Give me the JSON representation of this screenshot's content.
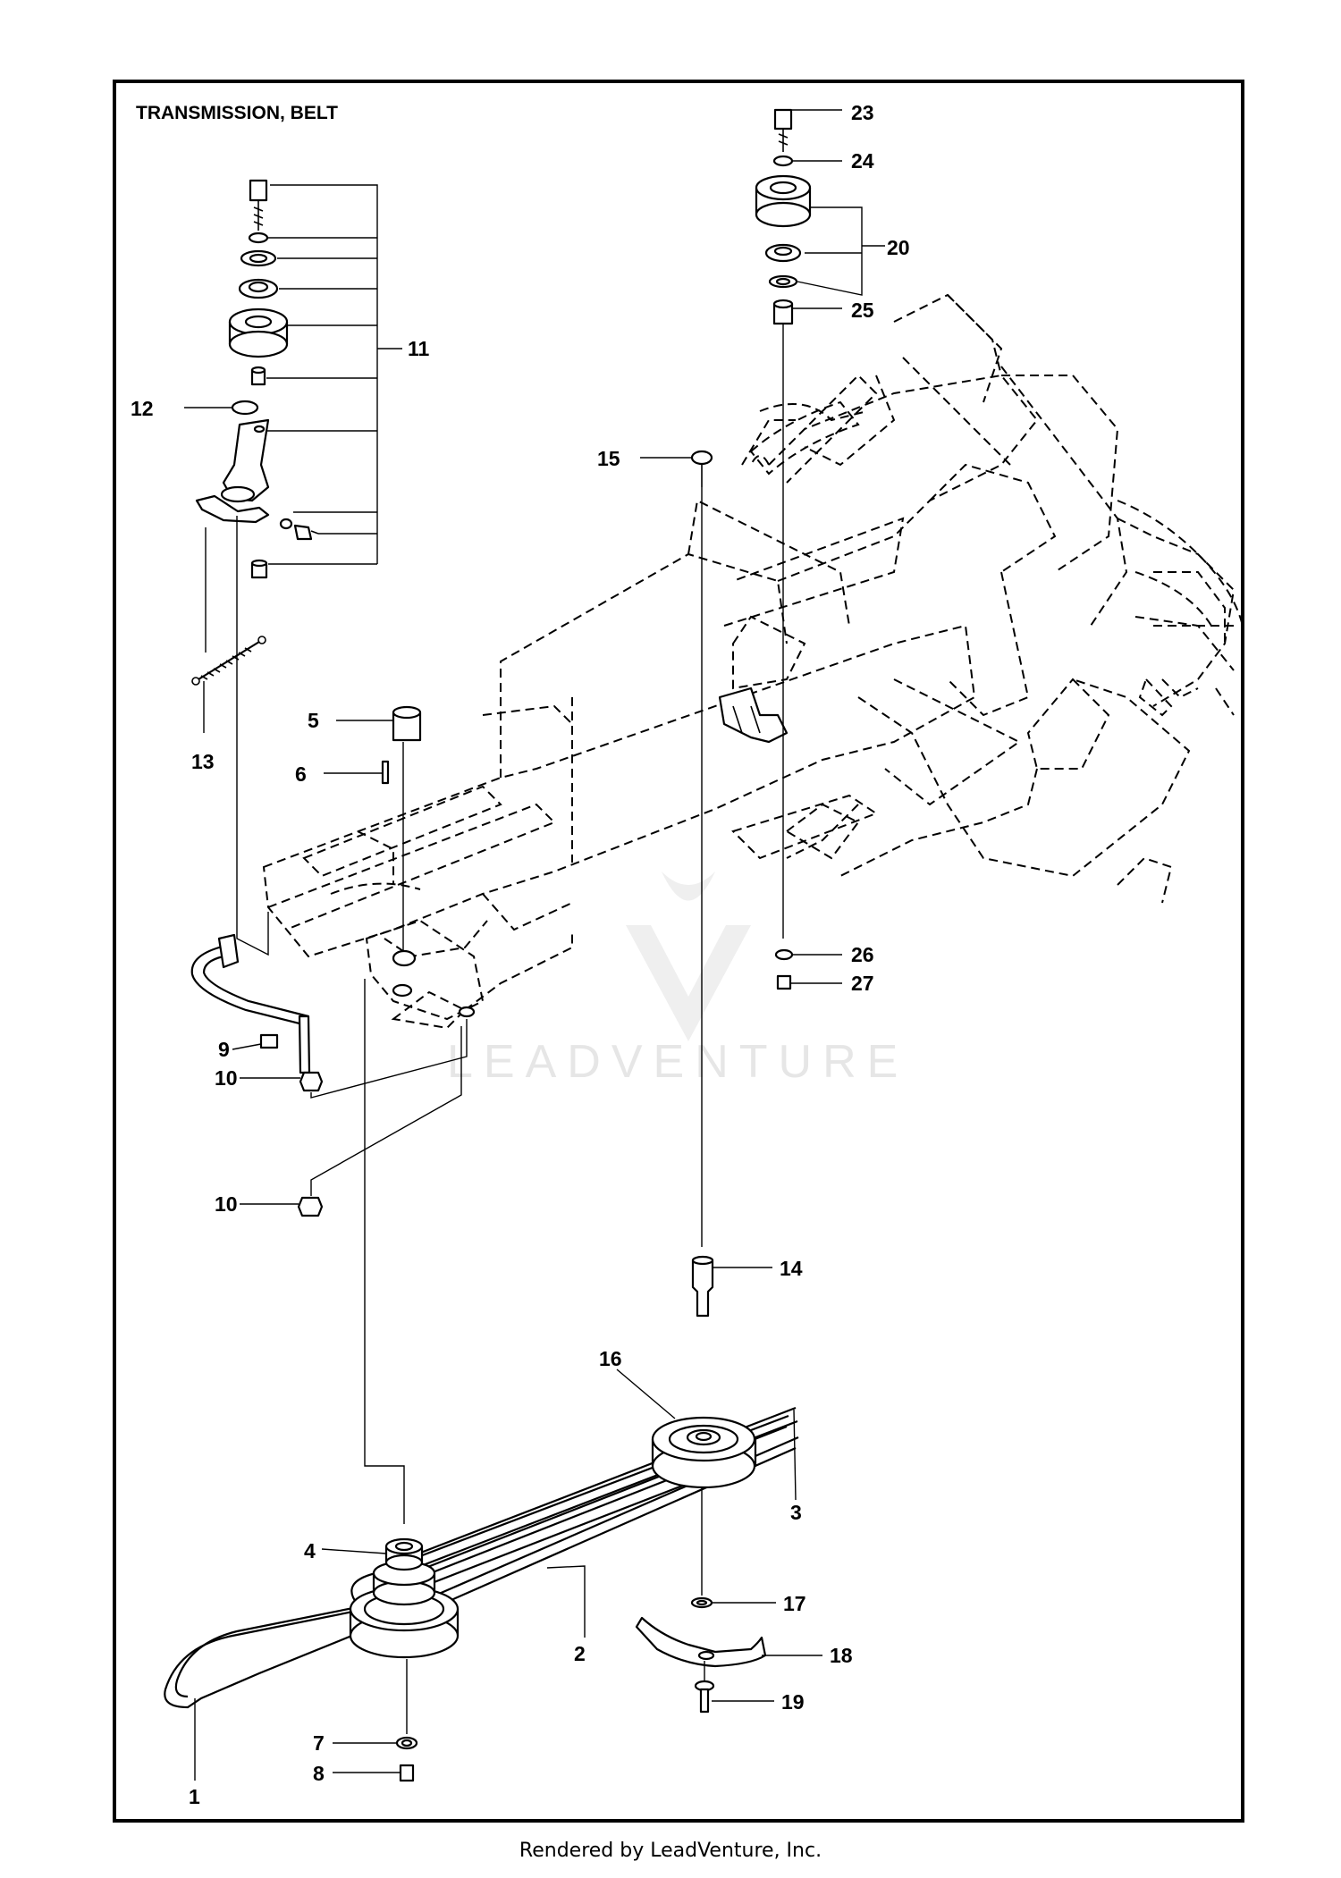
{
  "title": "TRANSMISSION, BELT",
  "watermark": "LEADVENTURE",
  "footer": "Rendered by LeadVenture, Inc.",
  "callouts": {
    "c1": "1",
    "c2": "2",
    "c3": "3",
    "c4": "4",
    "c5": "5",
    "c6": "6",
    "c7": "7",
    "c8": "8",
    "c9": "9",
    "c10a": "10",
    "c10b": "10",
    "c11": "11",
    "c12": "12",
    "c13": "13",
    "c14": "14",
    "c15": "15",
    "c16": "16",
    "c17": "17",
    "c18": "18",
    "c19": "19",
    "c20": "20",
    "c23": "23",
    "c24": "24",
    "c25": "25",
    "c26": "26",
    "c27": "27"
  }
}
